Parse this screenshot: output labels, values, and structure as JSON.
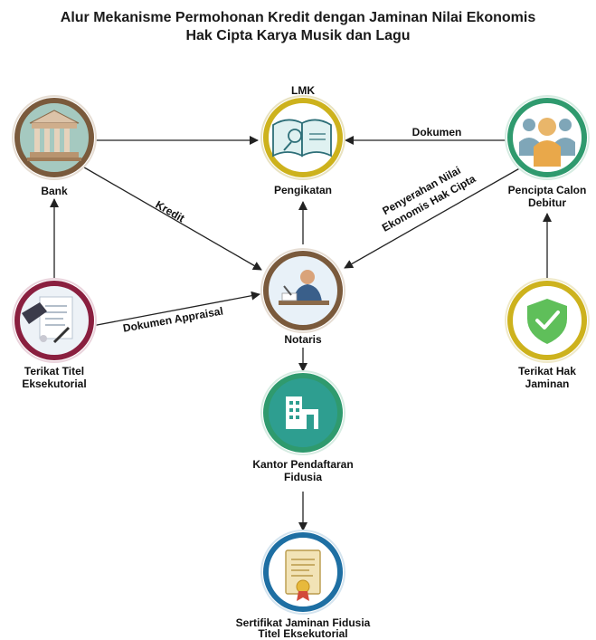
{
  "title": {
    "line1": "Alur Mekanisme Permohonan Kredit dengan Jaminan Nilai Ekonomis",
    "line2": "Hak Cipta Karya Musik dan Lagu"
  },
  "nodes": {
    "lmk": {
      "top_label": "LMK",
      "label": "Pengikatan",
      "ring_color": "#cdb21d",
      "icon": "signing-book-icon"
    },
    "bank": {
      "label": "Bank",
      "ring_color": "#7a5a3c",
      "icon": "bank-building-icon"
    },
    "pencipta": {
      "line1": "Pencipta Calon",
      "line2": "Debitur",
      "ring_color": "#2f9a6e",
      "icon": "people-group-icon"
    },
    "notaris": {
      "label": "Notaris",
      "ring_color": "#7a5a3c",
      "icon": "notary-desk-icon"
    },
    "terikat_titel": {
      "line1": "Terikat Titel",
      "line2": "Eksekutorial",
      "ring_color": "#8a1f3f",
      "icon": "signing-document-icon"
    },
    "terikat_hak": {
      "line1": "Terikat Hak",
      "line2": "Jaminan",
      "ring_color": "#cdb21d",
      "icon": "shield-check-icon"
    },
    "kantor": {
      "line1": "Kantor Pendaftaran",
      "line2": "Fidusia",
      "ring_color": "#2f9a6e",
      "icon": "office-building-icon"
    },
    "sertifikat": {
      "line1": "Sertifikat Jaminan Fidusia",
      "line2": "Titel Eksekutorial",
      "ring_color": "#1e6fa3",
      "icon": "certificate-icon"
    }
  },
  "edges": {
    "dokumen": "Dokumen",
    "kredit": "Kredit",
    "penyerahan_line1": "Penyerahan Nilai",
    "penyerahan_line2": "Ekonomis Hak Cipta",
    "dokumen_appraisal": "Dokumen Appraisal"
  },
  "colors": {
    "arrow": "#222222"
  }
}
